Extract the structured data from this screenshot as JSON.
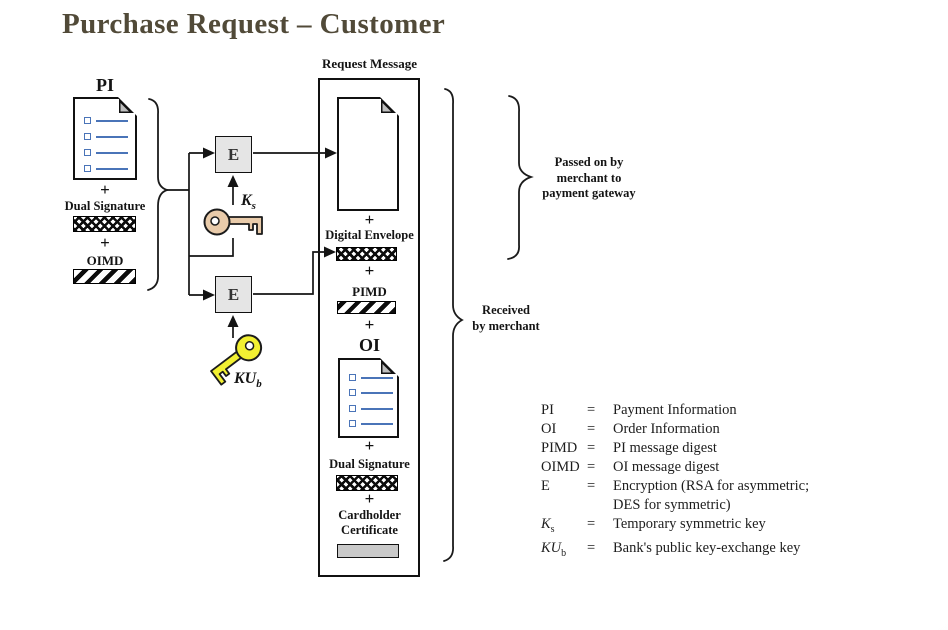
{
  "slide": {
    "title": "Purchase Request – Customer"
  },
  "symbols": {
    "plus": "+"
  },
  "left_group": {
    "pi_label": "PI",
    "dual_signature_label": "Dual Signature",
    "oimd_label": "OIMD"
  },
  "encryption": {
    "e1_label": "E",
    "e2_label": "E",
    "ks_label": {
      "base": "K",
      "sub": "s"
    },
    "kub_label": {
      "base": "KU",
      "sub": "b"
    }
  },
  "request_message": {
    "title": "Request Message",
    "digital_envelope_label": "Digital Envelope",
    "pimd_label": "PIMD",
    "oi_label": "OI",
    "dual_signature_label": "Dual Signature",
    "cardholder_certificate_label": {
      "line1": "Cardholder",
      "line2": "Certificate"
    }
  },
  "annotations": {
    "passed_on": {
      "line1": "Passed on by",
      "line2": "merchant to",
      "line3": "payment gateway"
    },
    "received": {
      "line1": "Received",
      "line2": "by merchant"
    }
  },
  "legend": {
    "rows": [
      {
        "term": "PI",
        "eq": "=",
        "def": "Payment Information"
      },
      {
        "term": "OI",
        "eq": "=",
        "def": "Order Information"
      },
      {
        "term": "PIMD",
        "eq": "=",
        "def": "PI message digest"
      },
      {
        "term": "OIMD",
        "eq": "=",
        "def": "OI message digest"
      },
      {
        "term": "E",
        "eq": "=",
        "def": "Encryption (RSA for asymmetric;",
        "def2": "DES for symmetric)"
      },
      {
        "term_base": "K",
        "term_sub": "s",
        "eq": "=",
        "def": "Temporary symmetric key"
      },
      {
        "term_base": "KU",
        "term_sub": "b",
        "eq": "=",
        "def": "Bank's public key-exchange key"
      }
    ]
  },
  "colors": {
    "title": "#514a38",
    "diagram_line": "#1b1b1b",
    "e_box_fill": "#e5e5e5",
    "key_ks": "#e9cbaa",
    "key_kub": "#f2f032",
    "certificate_fill": "#c9c9c9",
    "doc_detail_blue": "#4a74b8"
  }
}
